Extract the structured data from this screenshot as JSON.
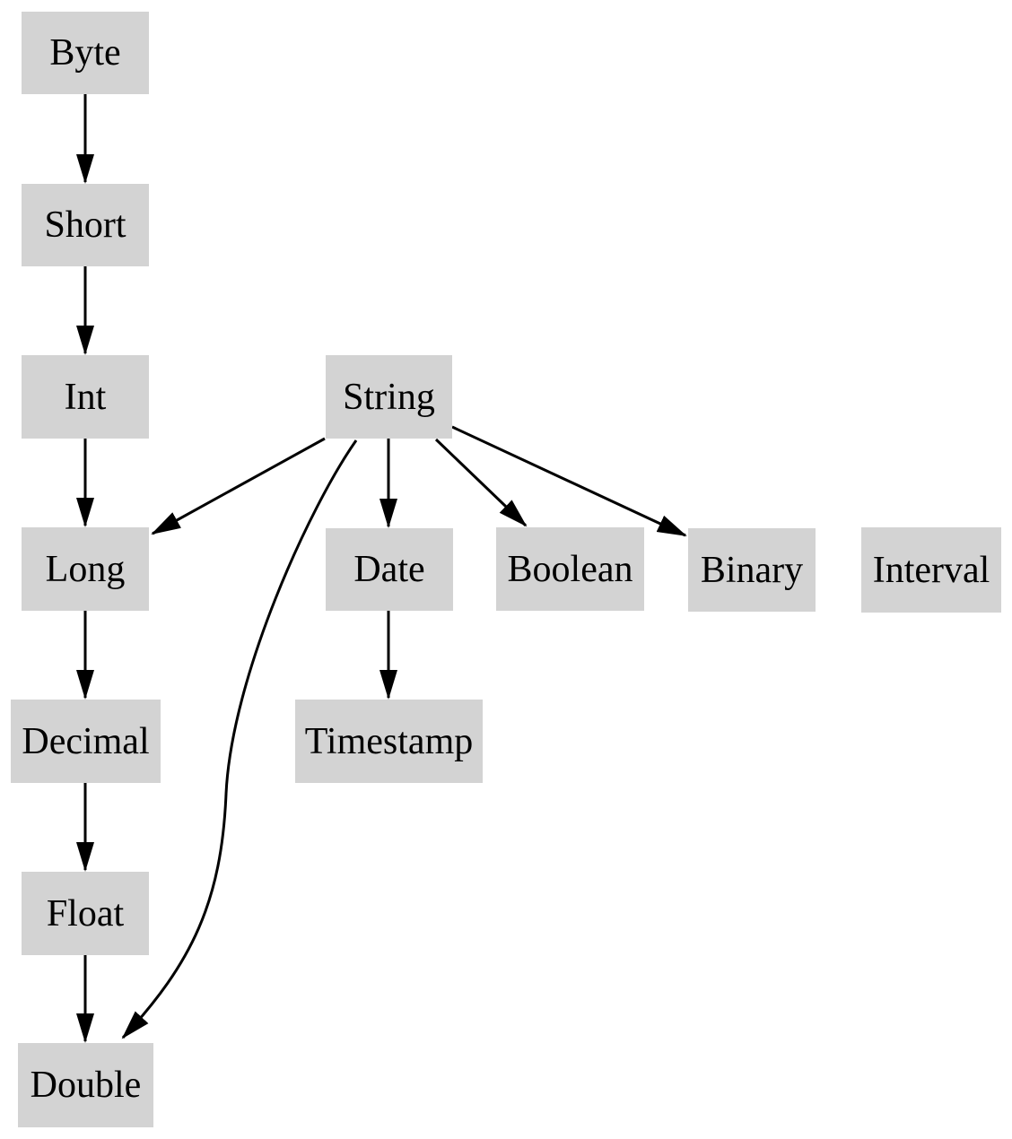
{
  "diagram": {
    "type": "directed-graph",
    "description": "Type promotion precedence graph",
    "colors": {
      "background": "#ffffff",
      "node_fill": "#d3d3d3",
      "edge": "#000000",
      "text": "#000000"
    },
    "nodes": [
      {
        "id": "byte",
        "label": "Byte"
      },
      {
        "id": "short",
        "label": "Short"
      },
      {
        "id": "int",
        "label": "Int"
      },
      {
        "id": "string",
        "label": "String"
      },
      {
        "id": "long",
        "label": "Long"
      },
      {
        "id": "date",
        "label": "Date"
      },
      {
        "id": "boolean",
        "label": "Boolean"
      },
      {
        "id": "binary",
        "label": "Binary"
      },
      {
        "id": "interval",
        "label": "Interval"
      },
      {
        "id": "decimal",
        "label": "Decimal"
      },
      {
        "id": "timestamp",
        "label": "Timestamp"
      },
      {
        "id": "float",
        "label": "Float"
      },
      {
        "id": "double",
        "label": "Double"
      }
    ],
    "edges": [
      {
        "from": "Byte",
        "to": "Short"
      },
      {
        "from": "Short",
        "to": "Int"
      },
      {
        "from": "Int",
        "to": "Long"
      },
      {
        "from": "Long",
        "to": "Decimal"
      },
      {
        "from": "Decimal",
        "to": "Float"
      },
      {
        "from": "Float",
        "to": "Double"
      },
      {
        "from": "String",
        "to": "Long"
      },
      {
        "from": "String",
        "to": "Date"
      },
      {
        "from": "String",
        "to": "Boolean"
      },
      {
        "from": "String",
        "to": "Binary"
      },
      {
        "from": "String",
        "to": "Double"
      },
      {
        "from": "Date",
        "to": "Timestamp"
      }
    ]
  }
}
